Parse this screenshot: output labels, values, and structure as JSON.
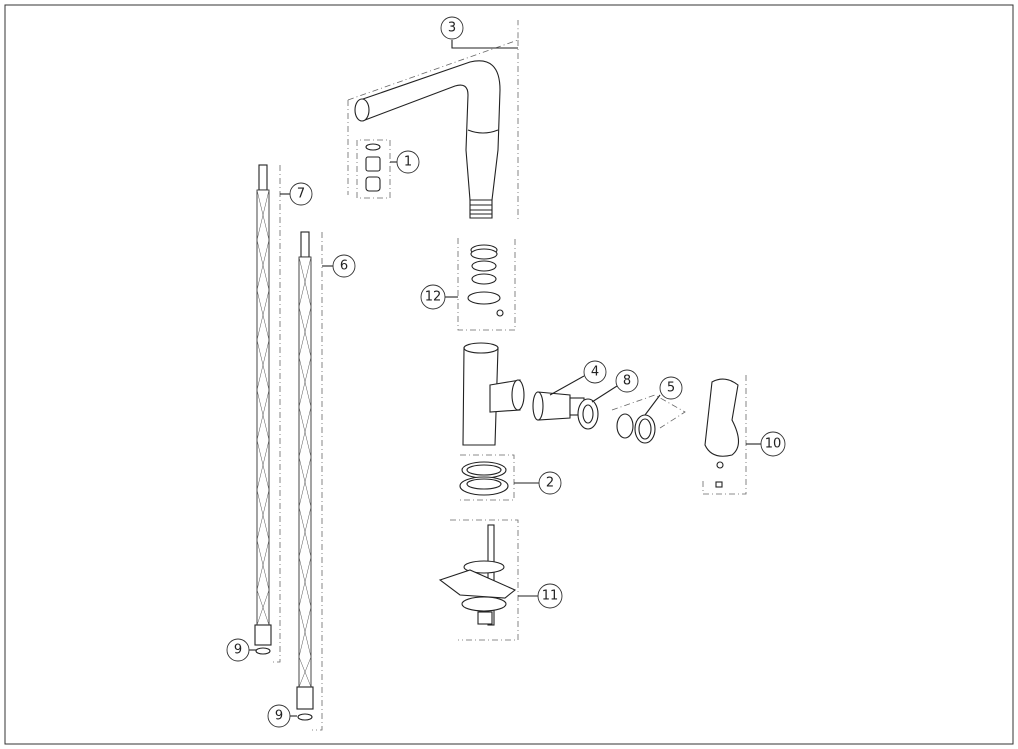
{
  "diagram": {
    "type": "exploded parts view",
    "callouts": [
      {
        "id": "callout-3",
        "label": "3"
      },
      {
        "id": "callout-1",
        "label": "1"
      },
      {
        "id": "callout-7",
        "label": "7"
      },
      {
        "id": "callout-6",
        "label": "6"
      },
      {
        "id": "callout-12",
        "label": "12"
      },
      {
        "id": "callout-4",
        "label": "4"
      },
      {
        "id": "callout-8",
        "label": "8"
      },
      {
        "id": "callout-5",
        "label": "5"
      },
      {
        "id": "callout-10",
        "label": "10"
      },
      {
        "id": "callout-2",
        "label": "2"
      },
      {
        "id": "callout-11",
        "label": "11"
      },
      {
        "id": "callout-9a",
        "label": "9"
      },
      {
        "id": "callout-9b",
        "label": "9"
      }
    ]
  }
}
